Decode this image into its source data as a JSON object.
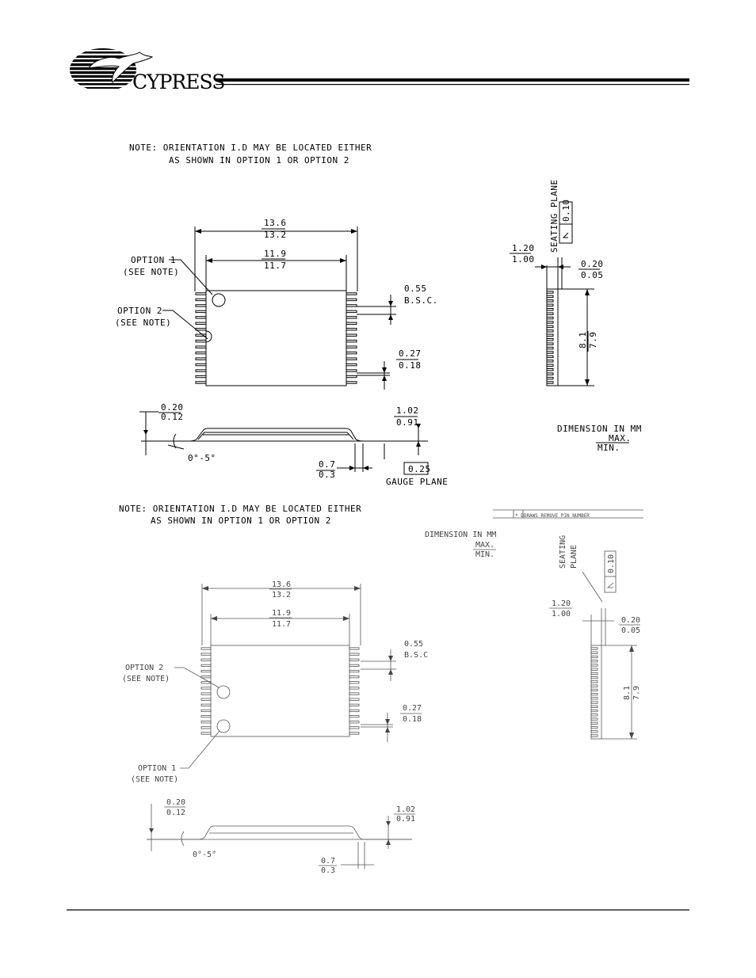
{
  "header": {
    "brand": "CYPRESS"
  },
  "drawing1": {
    "note_line1": "NOTE: ORIENTATION I.D MAY BE LOCATED EITHER",
    "note_line2": "AS SHOWN IN OPTION 1 OR OPTION 2",
    "opt1_a": "OPTION 1",
    "opt1_b": "(SEE NOTE)",
    "opt2_a": "OPTION 2",
    "opt2_b": "(SEE NOTE)",
    "dim_overall_max": "13.6",
    "dim_overall_min": "13.2",
    "dim_body_max": "11.9",
    "dim_body_min": "11.7",
    "dim_pitch_a": "0.55",
    "dim_pitch_b": "B.S.C.",
    "dim_lead_max": "0.27",
    "dim_lead_min": "0.18",
    "dim_stand_max": "0.20",
    "dim_stand_min": "0.12",
    "dim_angle": "0°-5°",
    "dim_height_max": "1.02",
    "dim_height_min": "0.91",
    "dim_foot_max": "0.7",
    "dim_foot_min": "0.3",
    "dim_gauge": "0.25",
    "gauge_plane": "GAUGE PLANE",
    "seating_plane": "SEATING PLANE",
    "dim_coplan": "0.10",
    "dim_tot_max": "1.20",
    "dim_tot_min": "1.00",
    "dim_std_max": "0.20",
    "dim_std_min": "0.05",
    "dim_width_max": "8.1",
    "dim_width_min": "7.9",
    "dim_label": "DIMENSION IN MM",
    "max_label": "MAX.",
    "min_label": "MIN."
  },
  "drawing2": {
    "note_line1": "NOTE: ORIENTATION I.D MAY BE LOCATED EITHER",
    "note_line2": "AS SHOWN IN OPTION 1 OR OPTION 2",
    "revision_text": "* DDRAWS REMOVE PIN NUMBER",
    "dim_label": "DIMENSION IN MM",
    "max_label": "MAX.",
    "min_label": "MIN.",
    "seating_plane_a": "SEATING",
    "seating_plane_b": "PLANE",
    "dim_coplan": "0.10",
    "dim_tot_max": "1.20",
    "dim_tot_min": "1.00",
    "dim_std_max": "0.20",
    "dim_std_min": "0.05",
    "dim_width_max": "8.1",
    "dim_width_min": "7.9",
    "dim_overall_max": "13.6",
    "dim_overall_min": "13.2",
    "dim_body_max": "11.9",
    "dim_body_min": "11.7",
    "opt2_a": "OPTION 2",
    "opt2_b": "(SEE NOTE)",
    "opt1_a": "OPTION 1",
    "opt1_b": "(SEE NOTE)",
    "dim_pitch_a": "0.55",
    "dim_pitch_b": "B.S.C",
    "dim_lead_max": "0.27",
    "dim_lead_min": "0.18",
    "dim_stand_max": "0.20",
    "dim_stand_min": "0.12",
    "dim_angle": "0°-5°",
    "dim_height_max": "1.02",
    "dim_height_min": "0.91",
    "dim_foot_max": "0.7",
    "dim_foot_min": "0.3"
  }
}
